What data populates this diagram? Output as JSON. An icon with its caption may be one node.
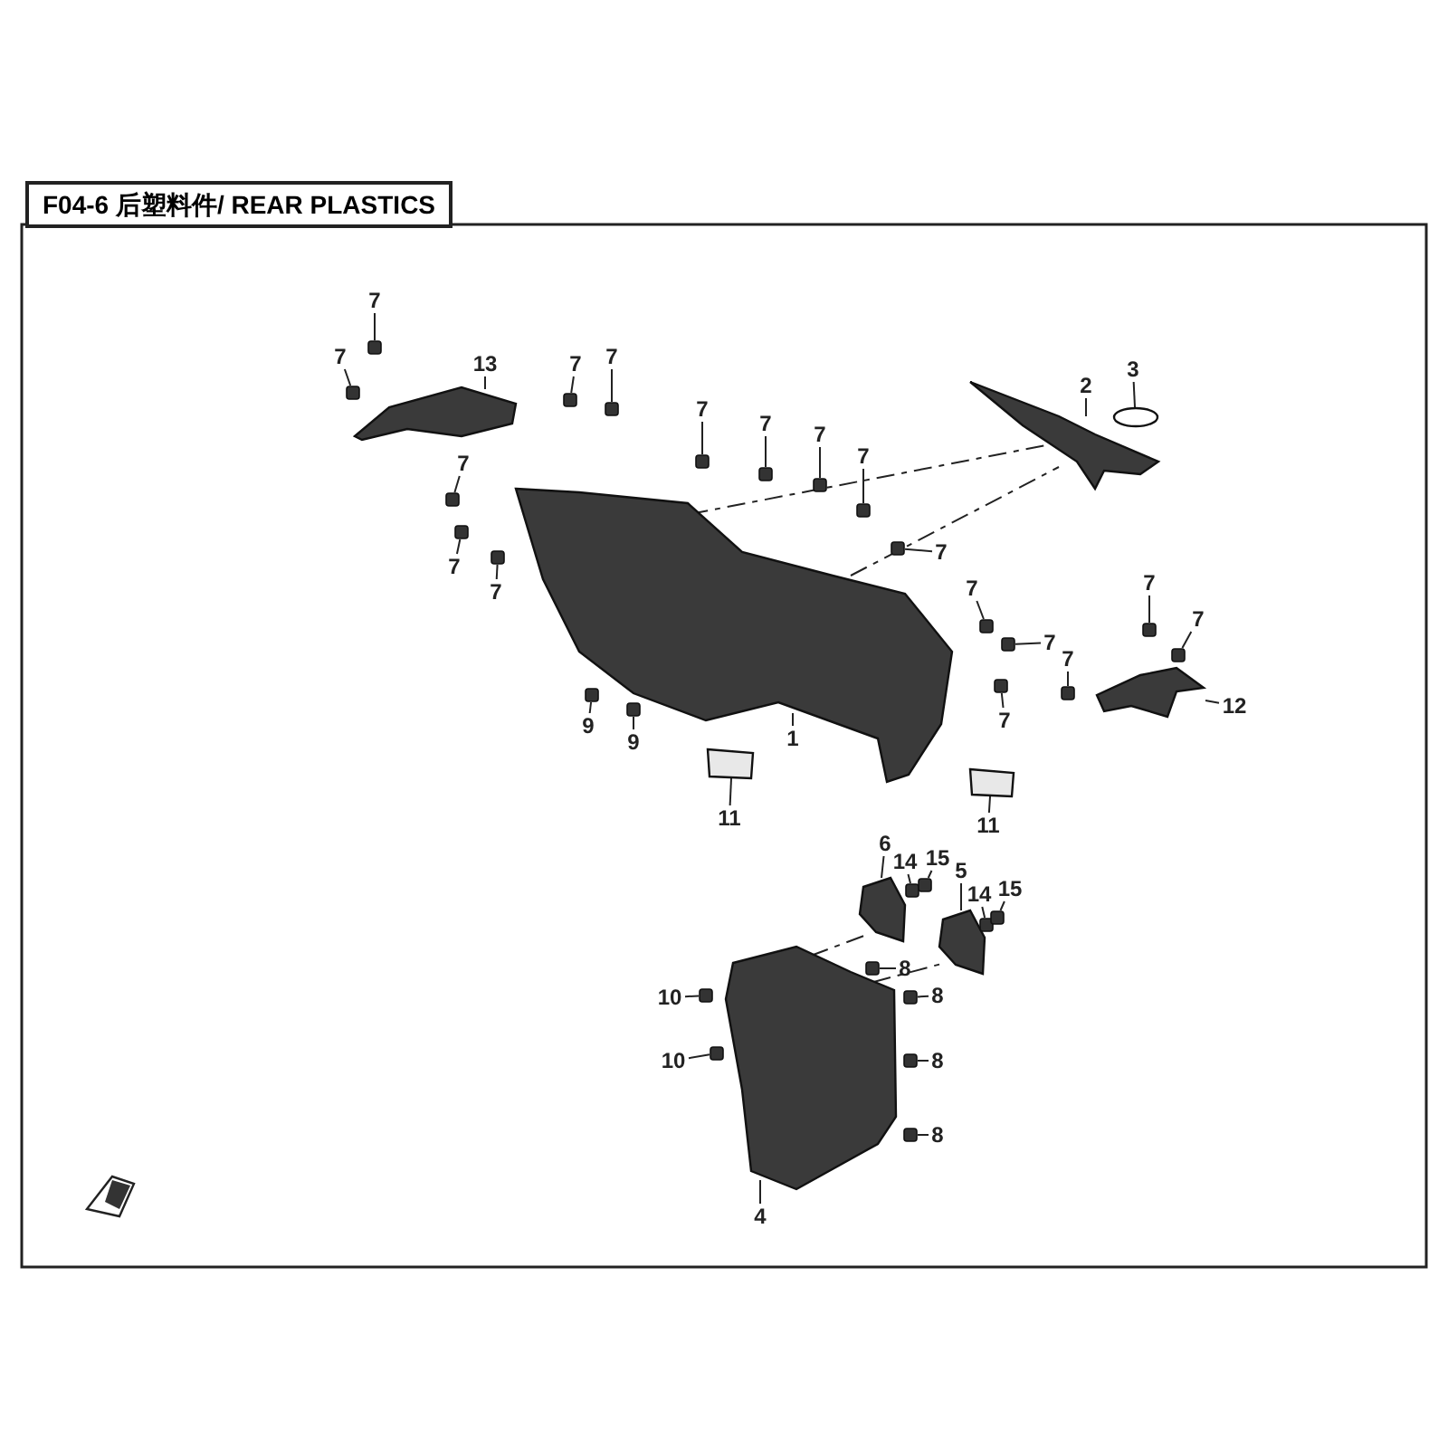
{
  "diagram": {
    "title": "F04-6 后塑料件/ REAR PLASTICS",
    "nodes": [
      {
        "text": [
          "7"
        ]
      },
      {
        "text": [
          "7"
        ]
      },
      {
        "text": [
          "13"
        ]
      },
      {
        "text": [
          "7"
        ]
      },
      {
        "text": [
          "7"
        ]
      },
      {
        "text": [
          "7"
        ]
      },
      {
        "text": [
          "7"
        ]
      },
      {
        "text": [
          "7"
        ]
      },
      {
        "text": [
          "7"
        ]
      },
      {
        "text": [
          "7"
        ]
      },
      {
        "text": [
          "7"
        ]
      },
      {
        "text": [
          "7"
        ]
      },
      {
        "text": [
          "7"
        ]
      },
      {
        "text": [
          "2"
        ]
      },
      {
        "text": [
          "3"
        ]
      },
      {
        "text": [
          "7"
        ]
      },
      {
        "text": [
          "7"
        ]
      },
      {
        "text": [
          "7"
        ]
      },
      {
        "text": [
          "7"
        ]
      },
      {
        "text": [
          "7"
        ]
      },
      {
        "text": [
          "7"
        ]
      },
      {
        "text": [
          "12"
        ]
      },
      {
        "text": [
          "9"
        ]
      },
      {
        "text": [
          "9"
        ]
      },
      {
        "text": [
          "1"
        ]
      },
      {
        "text": [
          "11"
        ]
      },
      {
        "text": [
          "11"
        ]
      },
      {
        "text": [
          "6"
        ]
      },
      {
        "text": [
          "14"
        ]
      },
      {
        "text": [
          "15"
        ]
      },
      {
        "text": [
          "5"
        ]
      },
      {
        "text": [
          "14"
        ]
      },
      {
        "text": [
          "15"
        ]
      },
      {
        "text": [
          "8"
        ]
      },
      {
        "text": [
          "10"
        ]
      },
      {
        "text": [
          "8"
        ]
      },
      {
        "text": [
          "10"
        ]
      },
      {
        "text": [
          "8"
        ]
      },
      {
        "text": [
          "8"
        ]
      },
      {
        "text": [
          "4"
        ]
      },
      {
        "text": [],
        "shape": "picture"
      },
      {
        "text": [],
        "shape": "picture"
      },
      {
        "text": [],
        "shape": "picture"
      },
      {
        "text": [],
        "shape": "circle"
      },
      {
        "text": [],
        "shape": "picture"
      },
      {
        "text": [],
        "shape": "box"
      },
      {
        "text": [],
        "shape": "box"
      },
      {
        "text": [],
        "shape": "picture"
      },
      {
        "text": [],
        "shape": "picture"
      },
      {
        "text": [],
        "shape": "picture"
      },
      {
        "text": [],
        "shape": "box"
      },
      {
        "text": [],
        "shape": "box"
      },
      {
        "text": [],
        "shape": "box"
      },
      {
        "text": [],
        "shape": "box"
      },
      {
        "text": [],
        "shape": "box"
      },
      {
        "text": [],
        "shape": "box"
      },
      {
        "text": [],
        "shape": "box"
      },
      {
        "text": [],
        "shape": "box"
      },
      {
        "text": [],
        "shape": "box"
      },
      {
        "text": [],
        "shape": "box"
      },
      {
        "text": [],
        "shape": "box"
      },
      {
        "text": [],
        "shape": "box"
      },
      {
        "text": [],
        "shape": "box"
      },
      {
        "text": [],
        "shape": "box"
      },
      {
        "text": [],
        "shape": "box"
      },
      {
        "text": [],
        "shape": "box"
      },
      {
        "text": [],
        "shape": "box"
      },
      {
        "text": [],
        "shape": "box"
      },
      {
        "text": [],
        "shape": "box"
      },
      {
        "text": [],
        "shape": "box"
      },
      {
        "text": [],
        "shape": "box"
      },
      {
        "text": [],
        "shape": "box"
      },
      {
        "text": [],
        "shape": "box"
      },
      {
        "text": [],
        "shape": "box"
      },
      {
        "text": [],
        "shape": "box"
      },
      {
        "text": [],
        "shape": "box"
      },
      {
        "text": [],
        "shape": "box"
      },
      {
        "text": [],
        "shape": "box"
      },
      {
        "text": [],
        "shape": "box"
      },
      {
        "text": [],
        "shape": "box"
      }
    ],
    "edges": [
      {
        "from": 0,
        "to": 50,
        "arrow": "none"
      },
      {
        "from": 1,
        "to": 51,
        "arrow": "none"
      },
      {
        "from": 2,
        "to": 40,
        "arrow": "none"
      },
      {
        "from": 3,
        "to": 52,
        "arrow": "none"
      },
      {
        "from": 4,
        "to": 53,
        "arrow": "none"
      },
      {
        "from": 5,
        "to": 54,
        "arrow": "none"
      },
      {
        "from": 6,
        "to": 55,
        "arrow": "none"
      },
      {
        "from": 7,
        "to": 56,
        "arrow": "none"
      },
      {
        "from": 8,
        "to": 57,
        "arrow": "none"
      },
      {
        "from": 9,
        "to": 58,
        "arrow": "none"
      },
      {
        "from": 10,
        "to": 59,
        "arrow": "none"
      },
      {
        "from": 11,
        "to": 60,
        "arrow": "none"
      },
      {
        "from": 12,
        "to": 61,
        "arrow": "none"
      },
      {
        "from": 13,
        "to": 42,
        "arrow": "none"
      },
      {
        "from": 14,
        "to": 43,
        "arrow": "none"
      },
      {
        "from": 15,
        "to": 62,
        "arrow": "none"
      },
      {
        "from": 16,
        "to": 63,
        "arrow": "none"
      },
      {
        "from": 17,
        "to": 64,
        "arrow": "none"
      },
      {
        "from": 18,
        "to": 65,
        "arrow": "none"
      },
      {
        "from": 19,
        "to": 66,
        "arrow": "none"
      },
      {
        "from": 20,
        "to": 67,
        "arrow": "none"
      },
      {
        "from": 21,
        "to": 44,
        "arrow": "none"
      },
      {
        "from": 22,
        "to": 68,
        "arrow": "none"
      },
      {
        "from": 23,
        "to": 69,
        "arrow": "none"
      },
      {
        "from": 24,
        "to": 41,
        "arrow": "none"
      },
      {
        "from": 25,
        "to": 45,
        "arrow": "none"
      },
      {
        "from": 26,
        "to": 46,
        "arrow": "none"
      },
      {
        "from": 27,
        "to": 47,
        "arrow": "none"
      },
      {
        "from": 28,
        "to": 70,
        "arrow": "none"
      },
      {
        "from": 29,
        "to": 71,
        "arrow": "none"
      },
      {
        "from": 30,
        "to": 48,
        "arrow": "none"
      },
      {
        "from": 31,
        "to": 72,
        "arrow": "none"
      },
      {
        "from": 32,
        "to": 73,
        "arrow": "none"
      },
      {
        "from": 33,
        "to": 74,
        "arrow": "none"
      },
      {
        "from": 34,
        "to": 75,
        "arrow": "none"
      },
      {
        "from": 35,
        "to": 76,
        "arrow": "none"
      },
      {
        "from": 36,
        "to": 77,
        "arrow": "none"
      },
      {
        "from": 37,
        "to": 78,
        "arrow": "none"
      },
      {
        "from": 38,
        "to": 79,
        "arrow": "none"
      },
      {
        "from": 39,
        "to": 49,
        "arrow": "none"
      },
      {
        "from": 41,
        "to": 42,
        "arrow": "none",
        "style": "dashed"
      },
      {
        "from": 41,
        "to": 42,
        "arrow": "none",
        "style": "dashed"
      },
      {
        "from": 49,
        "to": 47,
        "arrow": "none",
        "style": "dashed"
      },
      {
        "from": 49,
        "to": 48,
        "arrow": "none",
        "style": "dashed"
      }
    ]
  }
}
